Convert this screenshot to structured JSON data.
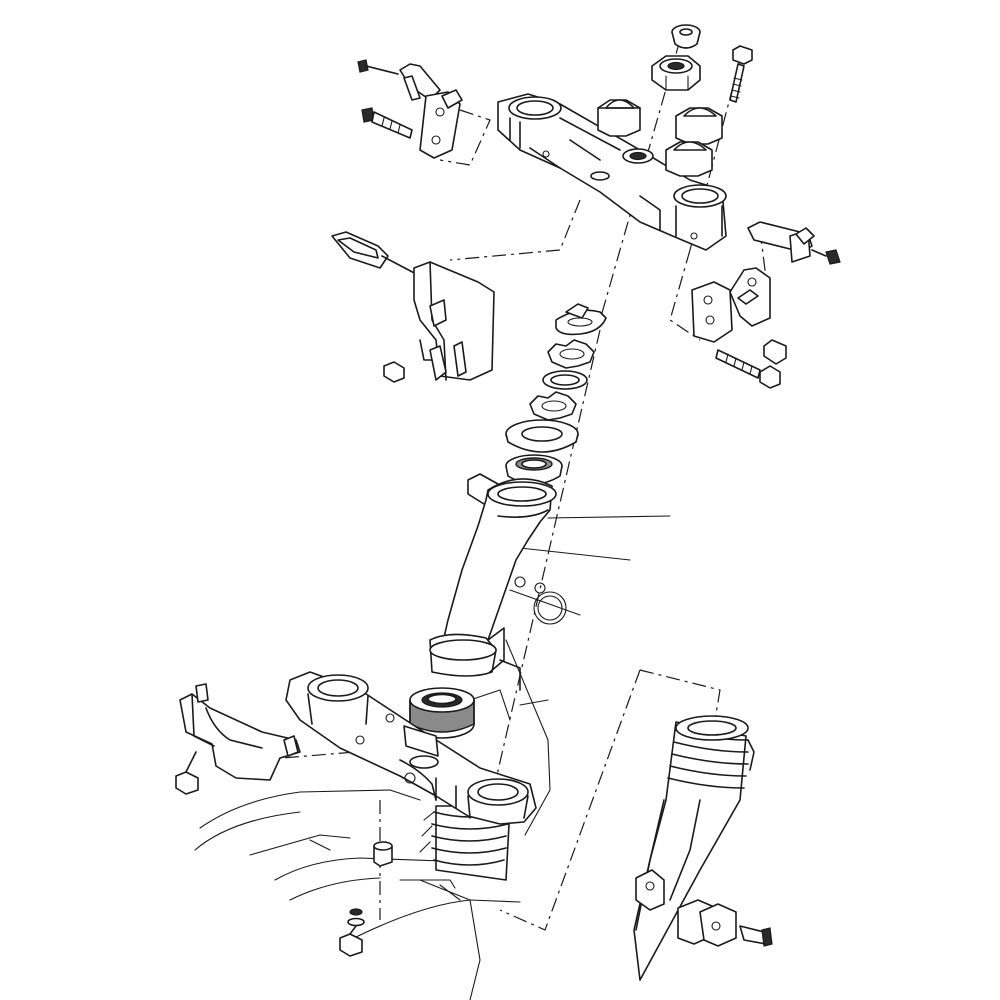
{
  "diagram": {
    "kind": "exploded-parts-view",
    "subject": "",
    "colors": {
      "line": "#1a1a1a",
      "background": "#ffffff",
      "bearing_seal": "#8a8a8a"
    },
    "parts": [
      "upper-triple-clamp",
      "stem-nut",
      "stem-nut-washer",
      "handlebar-holder-lower-left",
      "handlebar-holder-lower-right",
      "handlebar-holder-bolt",
      "brake-hose-bracket-left",
      "cable-guide-right",
      "headlight-bracket",
      "lock-washer",
      "locknut-upper",
      "rubber-washer",
      "locknut-lower",
      "dust-cover",
      "upper-bearing",
      "steering-head-pipe",
      "lower-bearing",
      "lower-triple-clamp",
      "brake-hose-guide",
      "fork-boot",
      "front-fork-leg",
      "brake-hose-holder",
      "collar",
      "frame-outline"
    ]
  }
}
